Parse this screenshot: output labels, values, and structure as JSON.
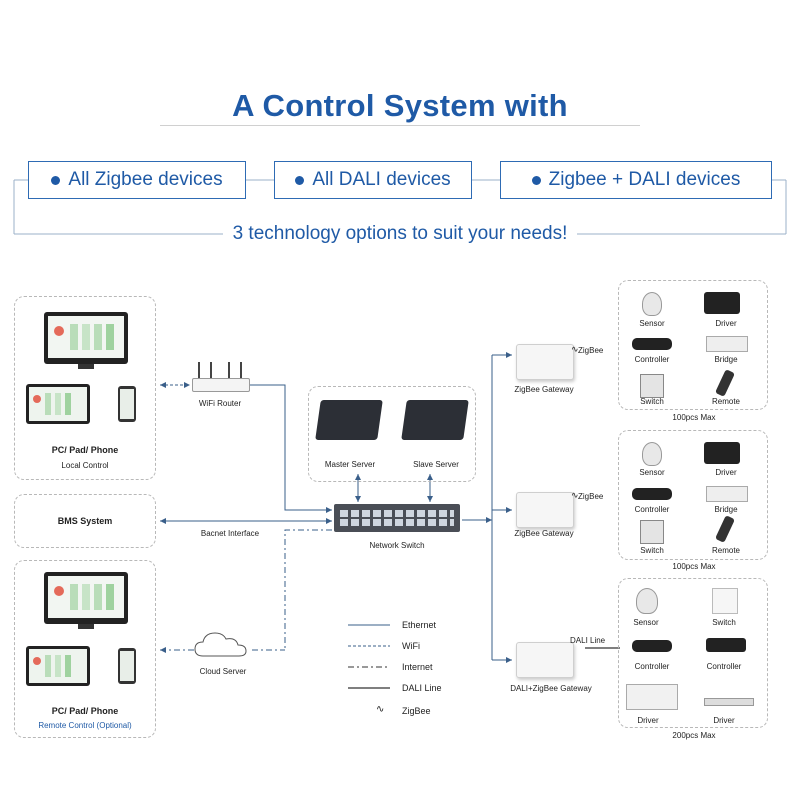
{
  "header": {
    "title": "A Control System with",
    "options": [
      "All Zigbee devices",
      "All DALI devices",
      "Zigbee + DALI devices"
    ],
    "tagline": "3 technology options to suit your needs!"
  },
  "local": {
    "title": "PC/ Pad/ Phone",
    "subtitle": "Local Control"
  },
  "bms": {
    "label": "BMS System"
  },
  "remote": {
    "title": "PC/ Pad/ Phone",
    "subtitle": "Remote Control (Optional)"
  },
  "network": {
    "wifi_router": "WiFi Router",
    "master_server": "Master Server",
    "slave_server": "Slave Server",
    "network_switch": "Network Switch",
    "bacnet": "Bacnet Interface",
    "cloud_server": "Cloud Server"
  },
  "gateways": [
    {
      "name": "ZigBee Gateway",
      "signal": "ZigBee"
    },
    {
      "name": "ZigBee Gateway",
      "signal": "ZigBee"
    },
    {
      "name": "DALI+ZigBee Gateway",
      "signal": "DALI Line"
    }
  ],
  "device_groups": [
    {
      "items": [
        "Sensor",
        "Driver",
        "Controller",
        "Bridge",
        "Switch",
        "Remote"
      ],
      "max": "100pcs Max"
    },
    {
      "items": [
        "Sensor",
        "Driver",
        "Controller",
        "Bridge",
        "Switch",
        "Remote"
      ],
      "max": "100pcs Max"
    },
    {
      "items": [
        "Sensor",
        "Switch",
        "Controller",
        "Controller",
        "Driver",
        "Driver"
      ],
      "max": "200pcs Max"
    }
  ],
  "legend": [
    "Ethernet",
    "WiFi",
    "Internet",
    "DALI Line",
    "ZigBee"
  ],
  "colors": {
    "brand_blue": "#1f5aa6",
    "ethernet_line": "#3a5f8a",
    "dashed_border": "#b8b8b8"
  }
}
